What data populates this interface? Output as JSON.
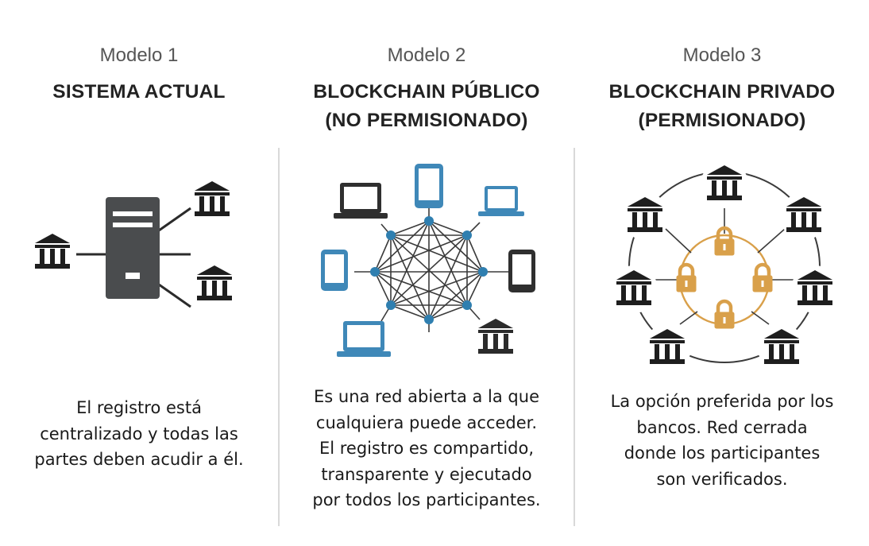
{
  "models": [
    {
      "label": "Modelo 1",
      "title_lines": [
        "SISTEMA ACTUAL"
      ],
      "description_lines": [
        "El registro está",
        "centralizado y todas las",
        "partes deben acudir a él."
      ],
      "icons": [
        "bank-icon",
        "server-icon"
      ]
    },
    {
      "label": "Modelo 2",
      "title_lines": [
        "BLOCKCHAIN PÚBLICO",
        "(NO PERMISIONADO)"
      ],
      "description_lines": [
        "Es una red abierta a la que",
        "cualquiera puede acceder.",
        "El registro es compartido,",
        "transparente y ejecutado",
        "por todos los participantes."
      ],
      "icons": [
        "laptop-icon",
        "phone-icon",
        "bank-icon",
        "network-node"
      ]
    },
    {
      "label": "Modelo 3",
      "title_lines": [
        "BLOCKCHAIN PRIVADO",
        "(PERMISIONADO)"
      ],
      "description_lines": [
        "La opción preferida por los",
        "bancos. Red cerrada",
        "donde los participantes",
        "son verificados."
      ],
      "icons": [
        "bank-icon",
        "lock-icon"
      ]
    }
  ],
  "colors": {
    "dark_gray": "#3b3b3b",
    "server_gray": "#4a4c4e",
    "blue": "#3f88b8",
    "network_blue": "#2f7fb0",
    "gold": "#d9a04a",
    "divider": "#d9d9d9"
  }
}
